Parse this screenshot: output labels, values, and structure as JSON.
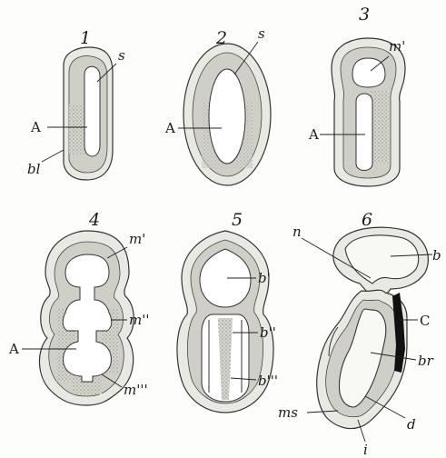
{
  "figure": {
    "panel_numbers": [
      "1",
      "2",
      "3",
      "4",
      "5",
      "6"
    ],
    "labels": {
      "p1_s": "s",
      "p1_A": "A",
      "p1_bl": "bl",
      "p2_s": "s",
      "p2_A": "A",
      "p3_m1": "m'",
      "p3_A": "A",
      "p4_m1": "m'",
      "p4_m2": "m''",
      "p4_m3": "m'''",
      "p4_A": "A",
      "p5_b1": "b'",
      "p5_b2": "b''",
      "p5_b3": "b'''",
      "p6_n": "n",
      "p6_b": "b",
      "p6_C": "C",
      "p6_br": "br",
      "p6_ms": "ms",
      "p6_d": "d",
      "p6_i": "i"
    }
  }
}
